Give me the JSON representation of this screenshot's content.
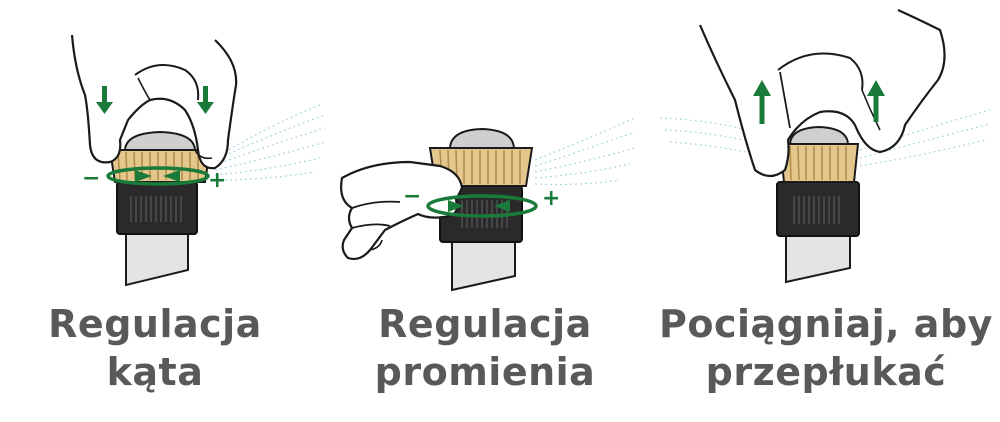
{
  "colors": {
    "text": "#595959",
    "arrow": "#1a7a3a",
    "brass": "#e4c78c",
    "brass_dark": "#b08a48",
    "cap": "#c8c8c8",
    "body": "#2a2a2a",
    "stem": "#d8d8d8",
    "spray": "#a9d8e0",
    "outline": "#1a1a1a"
  },
  "panels": [
    {
      "caption_line1": "Regulacja",
      "caption_line2": "kąta",
      "minus": "−",
      "plus": "+",
      "icon": "hand-pinch-rotate-icon"
    },
    {
      "caption_line1": "Regulacja",
      "caption_line2": "promienia",
      "minus": "−",
      "plus": "+",
      "icon": "hand-finger-rotate-icon"
    },
    {
      "caption_line1": "Pociągniaj, aby",
      "caption_line2": "przepłukać",
      "icon": "hand-pull-up-icon"
    }
  ]
}
